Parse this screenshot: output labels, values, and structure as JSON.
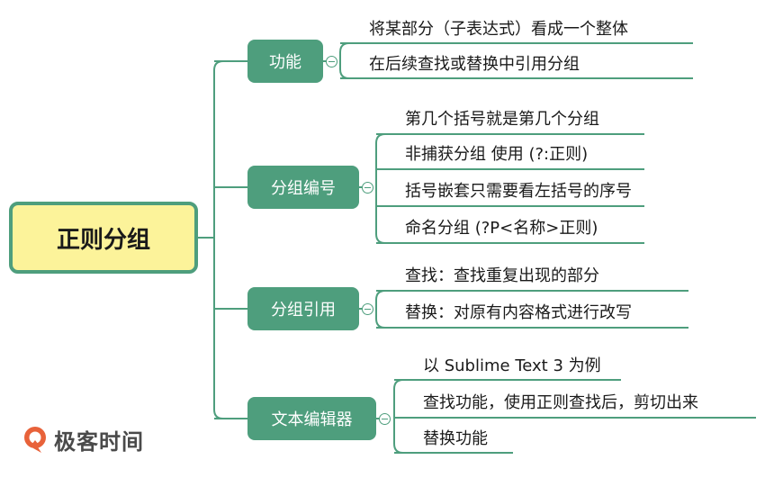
{
  "root": {
    "label": "正则分组"
  },
  "branches": [
    {
      "label": "功能",
      "leaves": [
        "将某部分（子表达式）看成一个整体",
        "在后续查找或替换中引用分组"
      ]
    },
    {
      "label": "分组编号",
      "leaves": [
        "第几个括号就是第几个分组",
        "非捕获分组 使用 (?:正则)",
        "括号嵌套只需要看左括号的序号",
        "命名分组 (?P<名称>正则)"
      ]
    },
    {
      "label": "分组引用",
      "leaves": [
        "查找：查找重复出现的部分",
        "替换：对原有内容格式进行改写"
      ]
    },
    {
      "label": "文本编辑器",
      "leaves": [
        "以 Sublime Text 3 为例",
        "查找功能，使用正则查找后，剪切出来",
        "替换功能"
      ]
    }
  ],
  "logo": {
    "text": "极客时间",
    "icon": "geektime-logo-icon"
  },
  "colors": {
    "branch": "#4e9e7d",
    "root_fill": "#fcf39a",
    "line": "#4e9e7d"
  }
}
